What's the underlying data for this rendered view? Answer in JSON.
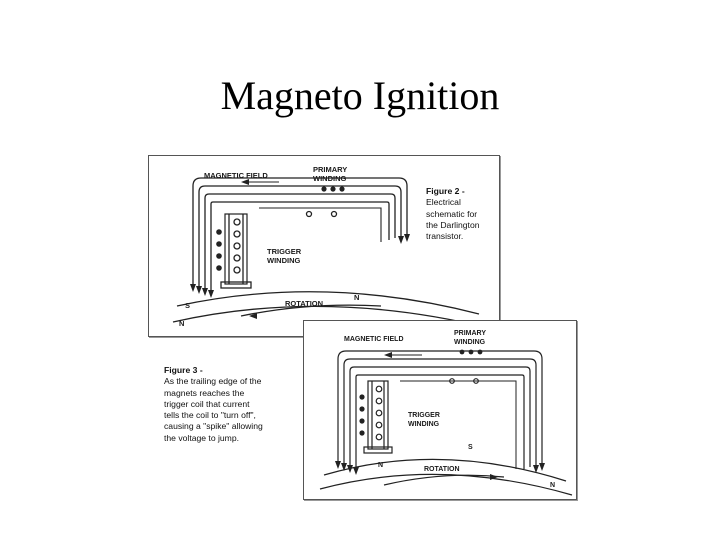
{
  "slide": {
    "title": "Magneto Ignition"
  },
  "figure_2": {
    "magnetic_field_label": "MAGNETIC FIELD",
    "primary_label_1": "PRIMARY",
    "primary_label_2": "WINDING",
    "trigger_label_1": "TRIGGER",
    "trigger_label_2": "WINDING",
    "rotation_label": "ROTATION",
    "pole_s": "S",
    "pole_n_right": "N",
    "pole_n_left": "N",
    "caption_heading": "Figure 2 -",
    "caption_lines": [
      "Electrical",
      "schematic for",
      "the Darlington",
      "transistor."
    ]
  },
  "figure_3": {
    "magnetic_field_label": "MAGNETIC FIELD",
    "primary_label_1": "PRIMARY",
    "primary_label_2": "WINDING",
    "trigger_label_1": "TRIGGER",
    "trigger_label_2": "WINDING",
    "rotation_label": "ROTATION",
    "pole_s": "S",
    "pole_n_left": "N",
    "pole_n_right": "N",
    "caption_heading": "Figure 3 -",
    "caption_lines": [
      "As the trailing edge of the",
      "magnets reaches the",
      "trigger coil that current",
      "tells the coil to \"turn off\",",
      "causing a \"spike\" allowing",
      "the voltage to jump."
    ]
  }
}
